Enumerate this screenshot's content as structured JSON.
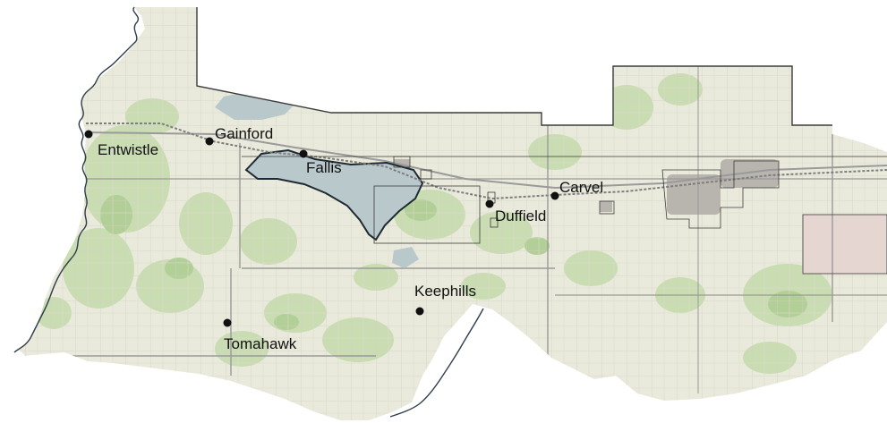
{
  "map": {
    "colors": {
      "land": "#e9eadb",
      "woodland": "#c9dcb2",
      "woodland_dark": "#b3cf98",
      "water": "#b9c8cb",
      "water_edge": "#1e2a33",
      "roads": "#c9c6ba",
      "highway": "#9a9a9a",
      "boundary": "#3b3b3b",
      "urban": "#b8b4ae",
      "reserve": "#e5d6d2",
      "river": "#2f3d4a",
      "railway": "#7d7d7d",
      "marker": "#111111",
      "label": "#111111"
    },
    "towns": [
      {
        "id": "entwistle",
        "name": "Entwistle"
      },
      {
        "id": "gainford",
        "name": "Gainford"
      },
      {
        "id": "fallis",
        "name": "Fallis"
      },
      {
        "id": "carvel",
        "name": "Carvel"
      },
      {
        "id": "duffield",
        "name": "Duffield"
      },
      {
        "id": "keephills",
        "name": "Keephills"
      },
      {
        "id": "tomahawk",
        "name": "Tomahawk"
      }
    ]
  }
}
